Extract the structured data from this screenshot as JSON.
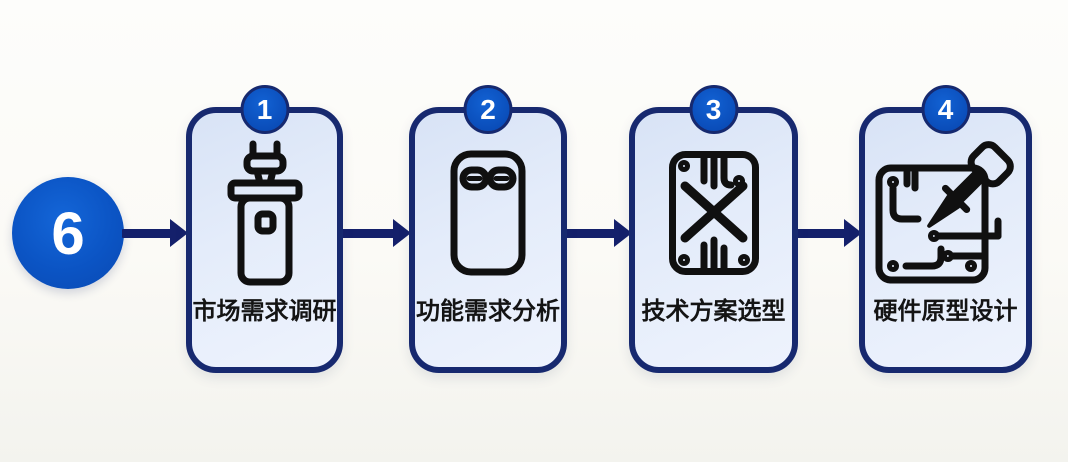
{
  "flow": {
    "start": {
      "label": "6"
    },
    "steps": [
      {
        "number": "1",
        "label": "市场需求调研",
        "icon": "charger-plug-icon"
      },
      {
        "number": "2",
        "label": "功能需求分析",
        "icon": "device-ports-icon"
      },
      {
        "number": "3",
        "label": "技术方案选型",
        "icon": "circuit-board-icon"
      },
      {
        "number": "4",
        "label": "硬件原型设计",
        "icon": "pcb-soldering-iron-icon"
      }
    ]
  },
  "colors": {
    "start_node_blue": "#0b54c4",
    "badge_blue": "#0c52be",
    "badge_ring_navy": "#16296f",
    "card_border_navy": "#17296f",
    "card_fill_top": "#d8e3f6",
    "card_fill_bottom": "#eef3fd",
    "arrow_navy": "#14206b",
    "icon_stroke": "#101010",
    "label_text": "#141414",
    "background": "#fbfaf6",
    "number_text": "#ffffff"
  }
}
